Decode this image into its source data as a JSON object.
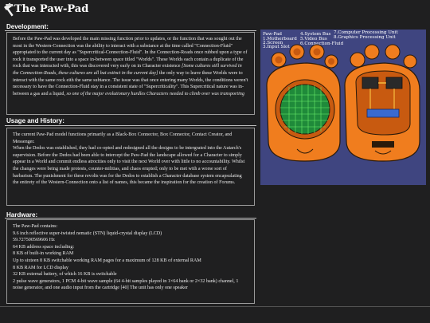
{
  "page": {
    "title": "The Paw-Pad"
  },
  "sections": {
    "development": {
      "heading": "Development:",
      "paragraph_1": "Before the Paw-Pad was developed the main missing function prior to updates, or the function that was sought out the most in the Western-Connection was the ability to interact with a substance at the time called \"Connection-Fluid\" appropiated to the current day as \"Supercritical-Connection-Fluid\". In the Connection-Roads once rubbed upon a type of rock it transported the user into a space in-between space titled \"Worlds\". These Worlds each contain a duplicate of the rock that was interacted with, this was discovered very early on in Character existence",
      "italic_1": "[Some cultures still survived in the Connection-Roads, these cultures are all but extinct in the current day]",
      "paragraph_2": "the only way to leave these Worlds were to interact with the same rock eith the same subtance. The issue was that once entering many Worlds, the conditions weren't necessary to have the Connection-Fluid stay in a consistent state of \"Supercriticality\". This Supercritical nature was in-between a gas and a liquid,",
      "italic_2": "so one of the major evolutionary hurdles Characters needed to climb over was transporting"
    },
    "usage": {
      "heading": "Usage and History:",
      "paragraph_1": "The current Paw-Pad model functions primarily as a Black-Box Connector, Box Connector, Contact Creator, and Messenger.",
      "paragraph_2": "When the Dedos was established, they had co-opted and redesigned all the designs to be intergrated into the Autarch's supervision. Before the Dedos had been able to intercept the Paw-Pad the landscape allowed for a Character to simply appear in a World and commit endless atrocities only to visit the next World over with little to no accountability. Whilst the changes were being made protests, counter-militias, and chaos erupted; only to be met with a worse sort of barbarism. The punishment for these revolts was for the Dedos to establish a Character database system encapsulating the entirety of the Western-Connection onto a list of names, this became the inspiration for the creation of Forums."
    },
    "hardware": {
      "heading": "Hardware:",
      "lines": [
        "The Paw-Pad contains:",
        "9.6 inch reflective super-twisted nematic (STN) liquid-crystal display (LCD)",
        "59.727500569606 Hz",
        "64 KB address space including:",
        "8 KB of built-in working RAM",
        "Up to sixteen 8 KB switchable working RAM pages for a maximum of 128 KB of external RAM",
        "8 KB RAM for LCD display",
        "32 KB external battery, of which 16 KB is switchable",
        "2 pulse wave generators, 1 PCM 4-bit wave sample (64 4-bit samples played in 1×64 bank or 2×32 bank) channel, 1 noise generator, and one audio input from the cartridge [40] The unit has only one speaker"
      ]
    }
  },
  "figure": {
    "label_title": "Paw-Pad",
    "labels_left": [
      "1.Motherboard",
      "2.Screen",
      "3.Input Slot"
    ],
    "labels_mid": [
      "4.System Bus",
      "5.Video Bus",
      "6.Connection-Fluid"
    ],
    "labels_right": [
      "7.Computer Processing Unit",
      "8.Graphics Processing Unit"
    ],
    "colors": {
      "background": "#3f4580",
      "shell": "#f07d1e",
      "shell_dark": "#c85a10",
      "screen": "#1f8a3a",
      "grid": "#6cf06c"
    }
  }
}
